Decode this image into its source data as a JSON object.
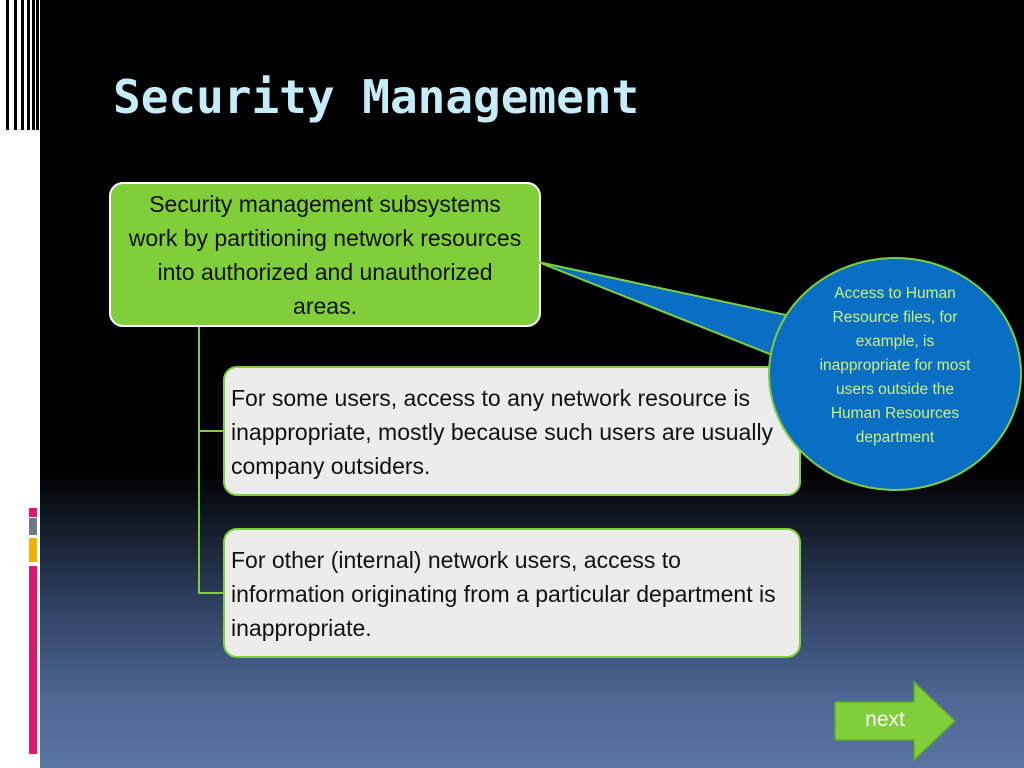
{
  "slide": {
    "title": "Security Management",
    "main_box": {
      "text": "Security management subsystems work by partitioning network resources into authorized and unauthorized areas."
    },
    "sub_boxes": [
      {
        "text": "For some users, access to any network resource is inappropriate, mostly because such users are usually company outsiders."
      },
      {
        "text": "For other (internal) network users, access to information originating from a particular department is inappropriate."
      }
    ],
    "callout": {
      "text": "Access to Human Resource files, for example, is inappropriate for most users outside the Human Resources department"
    },
    "next_button": {
      "label": "next"
    }
  },
  "colors": {
    "title": "#c5ecf8",
    "accent_green": "#7fce3a",
    "callout_blue": "#0a6fc4",
    "callout_text": "#c8f07a",
    "accent_red": "#e0186a",
    "accent_yellow": "#f4b000",
    "accent_gray": "#6c7a8c"
  }
}
